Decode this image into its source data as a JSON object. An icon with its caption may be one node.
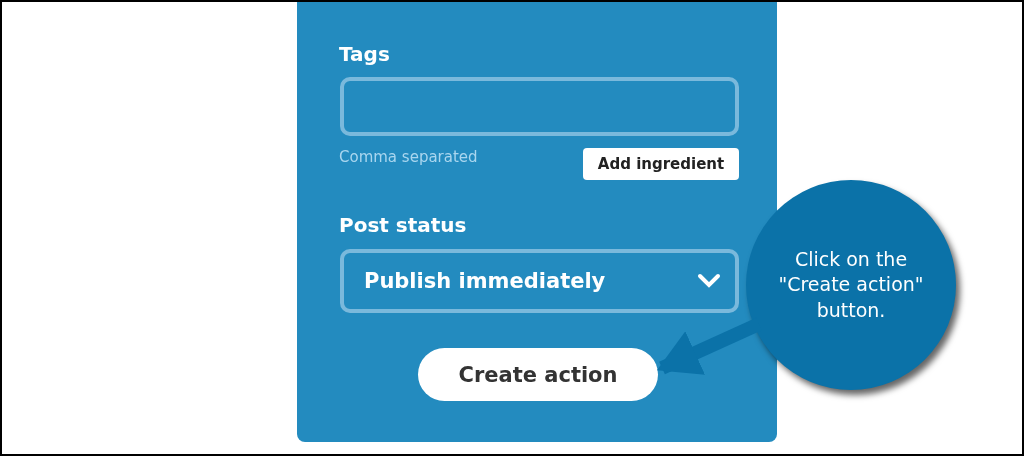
{
  "diagram": {
    "nodes": [
      {
        "text": [],
        "shape": "box"
      },
      {
        "text": [
          "Add ingredient"
        ]
      },
      {
        "text": [
          "Publish immediately"
        ]
      },
      {
        "text": [
          "Create action"
        ]
      },
      {
        "text": [
          "Click on the \"Create action\" button."
        ]
      }
    ],
    "edges": [
      {
        "from": 4,
        "to": 3,
        "arrow": "to"
      }
    ],
    "labels": [
      "Tags",
      "Comma separated",
      "Post status"
    ]
  }
}
